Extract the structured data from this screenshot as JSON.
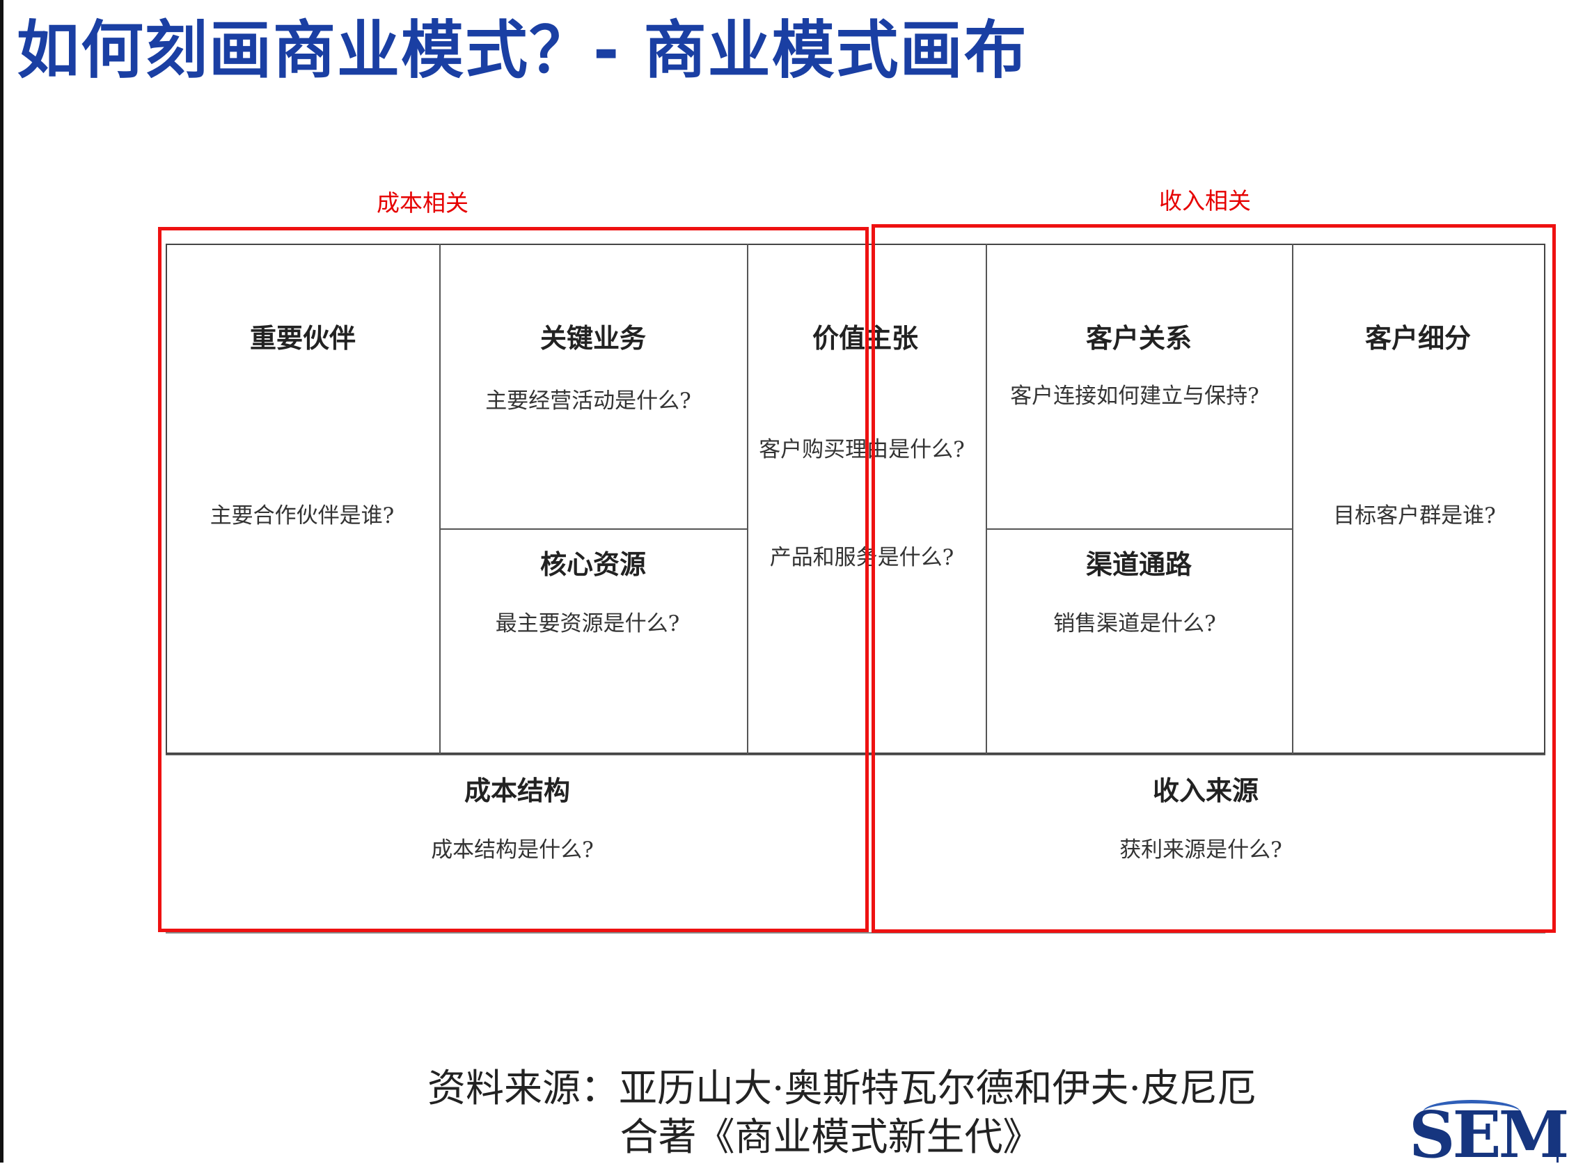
{
  "title": "如何刻画商业模式？- 商业模式画布",
  "groups": {
    "cost": "成本相关",
    "revenue": "收入相关"
  },
  "canvas": {
    "key_partners": {
      "title": "重要伙伴",
      "question": "主要合作伙伴是谁?"
    },
    "key_activities": {
      "title": "关键业务",
      "question": "主要经营活动是什么?"
    },
    "key_resources": {
      "title": "核心资源",
      "question": "最主要资源是什么?"
    },
    "value_proposition": {
      "title": "价值主张",
      "question1": "客户购买理由是什么?",
      "question2": "产品和服务是什么?"
    },
    "customer_relationships": {
      "title": "客户关系",
      "question": "客户连接如何建立与保持?"
    },
    "channels": {
      "title": "渠道通路",
      "question": "销售渠道是什么?"
    },
    "customer_segments": {
      "title": "客户细分",
      "question": "目标客户群是谁?"
    },
    "cost_structure": {
      "title": "成本结构",
      "question": "成本结构是什么?"
    },
    "revenue_streams": {
      "title": "收入来源",
      "question": "获利来源是什么?"
    }
  },
  "source": {
    "line1": "资料来源：亚历山大·奥斯特瓦尔德和伊夫·皮尼厄",
    "line2": "合著《商业模式新生代》"
  },
  "logo": {
    "text": "SEM"
  },
  "colors": {
    "title": "#1a3fa3",
    "highlight": "#ee1111",
    "logo": "#16357f"
  }
}
